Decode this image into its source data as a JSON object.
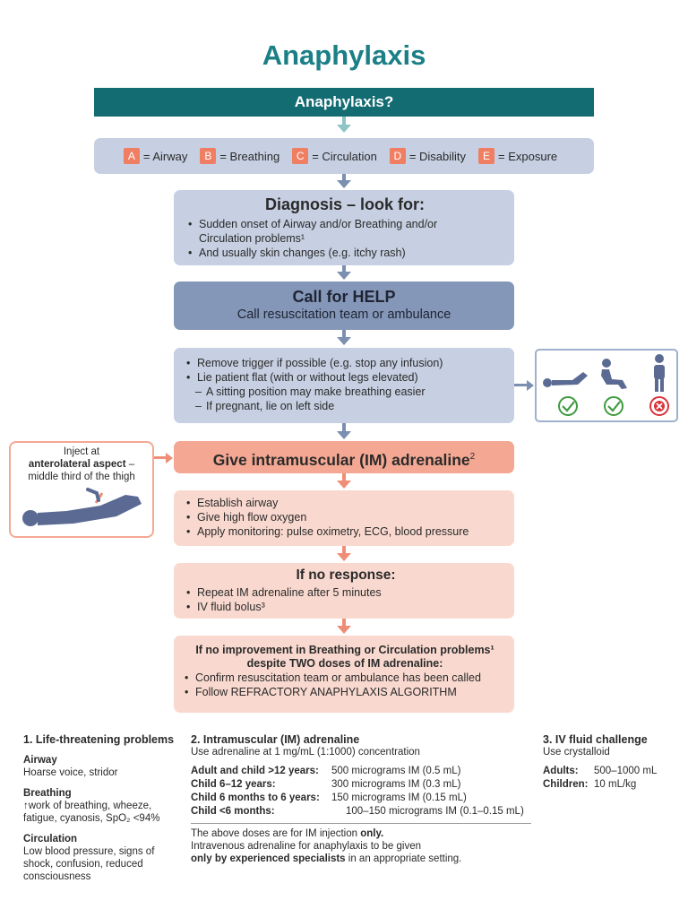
{
  "title": "Anaphylaxis",
  "question": "Anaphylaxis?",
  "abcde": [
    {
      "letter": "A",
      "label": "= Airway"
    },
    {
      "letter": "B",
      "label": "= Breathing"
    },
    {
      "letter": "C",
      "label": "= Circulation"
    },
    {
      "letter": "D",
      "label": "= Disability"
    },
    {
      "letter": "E",
      "label": "= Exposure"
    }
  ],
  "diagnosis": {
    "heading": "Diagnosis – look for:",
    "items": [
      "Sudden onset of Airway and/or Breathing and/or Circulation problems¹",
      "And usually skin changes (e.g. itchy rash)"
    ]
  },
  "call_help": {
    "heading": "Call for HELP",
    "sub": "Call resuscitation team or ambulance"
  },
  "position": {
    "items": [
      "Remove trigger if possible (e.g. stop any infusion)",
      "Lie patient flat (with or without legs elevated)"
    ],
    "sub_items": [
      "A sitting position may make breathing easier",
      "If pregnant, lie on left side"
    ]
  },
  "inject": {
    "line1": "Inject at",
    "line2_bold": "anterolateral aspect",
    "line2_rest": " –",
    "line3": "middle third of the thigh"
  },
  "adrenaline": {
    "heading": "Give intramuscular (IM) adrenaline",
    "sup": "2"
  },
  "airway_steps": [
    "Establish airway",
    "Give high flow oxygen",
    "Apply monitoring: pulse oximetry, ECG, blood pressure"
  ],
  "no_response": {
    "heading": "If no response:",
    "items": [
      "Repeat IM adrenaline after 5 minutes",
      "IV fluid bolus³"
    ]
  },
  "no_improvement": {
    "heading1": "If no improvement in Breathing or Circulation problems¹",
    "heading2": "despite TWO doses of IM adrenaline:",
    "items": [
      "Confirm resuscitation team or ambulance has been called",
      "Follow REFRACTORY ANAPHYLAXIS ALGORITHM"
    ]
  },
  "notes1": {
    "heading": "1. Life-threatening problems",
    "airway_h": "Airway",
    "airway_t": "Hoarse voice, stridor",
    "breathing_h": "Breathing",
    "breathing_t": "↑work of breathing, wheeze, fatigue, cyanosis, SpO₂ <94%",
    "circulation_h": "Circulation",
    "circulation_t": "Low blood pressure, signs of shock, confusion, reduced consciousness"
  },
  "notes2": {
    "heading": "2. Intramuscular (IM) adrenaline",
    "sub": "Use adrenaline at 1 mg/mL (1:1000) concentration",
    "doses": [
      {
        "group": "Adult and child >12 years:",
        "dose": "500 micrograms IM (0.5 mL)"
      },
      {
        "group": "Child 6–12 years:",
        "dose": "300 micrograms IM (0.3 mL)"
      },
      {
        "group": "Child 6 months to 6 years:",
        "dose": "150 micrograms IM (0.15 mL)"
      },
      {
        "group": "Child <6 months:",
        "dose": "100–150 micrograms IM (0.1–0.15 mL)"
      }
    ],
    "foot1a": "The above doses are for IM injection ",
    "foot1b": "only.",
    "foot2": "Intravenous adrenaline for anaphylaxis to be given",
    "foot3a": "only by experienced specialists",
    "foot3b": " in an appropriate setting."
  },
  "notes3": {
    "heading": "3. IV fluid challenge",
    "sub": "Use crystalloid",
    "adults_l": "Adults:",
    "adults_v": "500–1000 mL",
    "children_l": "Children:",
    "children_v": "10 mL/kg"
  },
  "colors": {
    "teal": "#146c73",
    "title": "#1a7f86",
    "lavender": "#c6d0e2",
    "lavender_dark": "#8597b8",
    "pink": "#f9d9cf",
    "pink_dark": "#f4a893",
    "arrow_blue": "#7b8fb0",
    "arrow_pink": "#ef8e76",
    "check_green": "#3f9b3f",
    "cross_red": "#d8343a"
  },
  "icons": [
    "patient-lying-icon",
    "patient-sitting-icon",
    "patient-standing-icon",
    "check-icon",
    "cross-icon",
    "injection-thigh-icon"
  ]
}
